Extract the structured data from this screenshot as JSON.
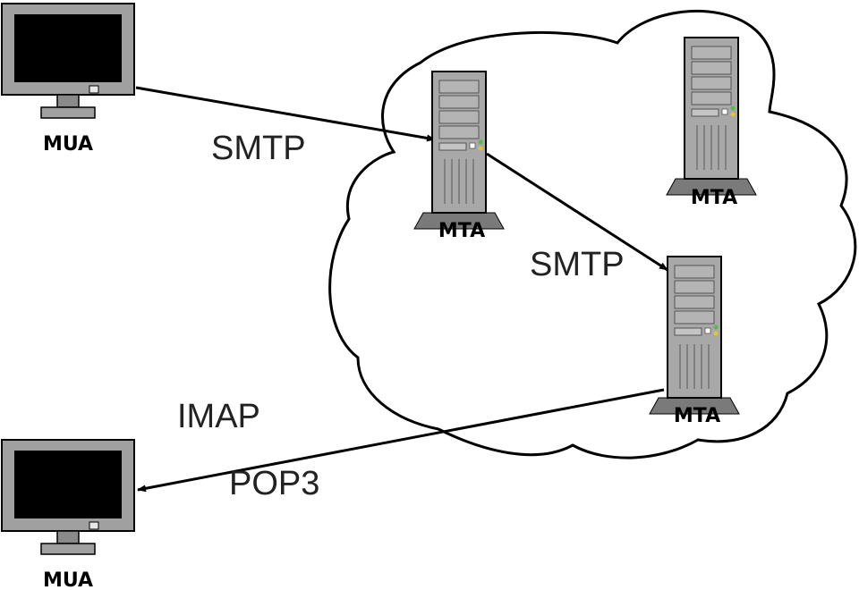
{
  "nodes": {
    "mua_sender": {
      "label": "MUA"
    },
    "mta_inbound": {
      "label": "MTA"
    },
    "mta_idle": {
      "label": "MTA"
    },
    "mta_destination": {
      "label": "MTA"
    },
    "mua_recipient": {
      "label": "MUA"
    }
  },
  "edges": {
    "smtp_submit": {
      "label": "SMTP"
    },
    "smtp_relay": {
      "label": "SMTP"
    },
    "retrieval_imap": {
      "label": "IMAP"
    },
    "retrieval_pop3": {
      "label": "POP3"
    }
  },
  "colors": {
    "outline": "#000000",
    "monitor_bezel": "#a0a0a0",
    "monitor_screen": "#000000",
    "server_body": "#a8a8a8",
    "server_base": "#7a7a7a",
    "led_green": "#5ab94e",
    "led_yellow": "#e0c43a"
  }
}
